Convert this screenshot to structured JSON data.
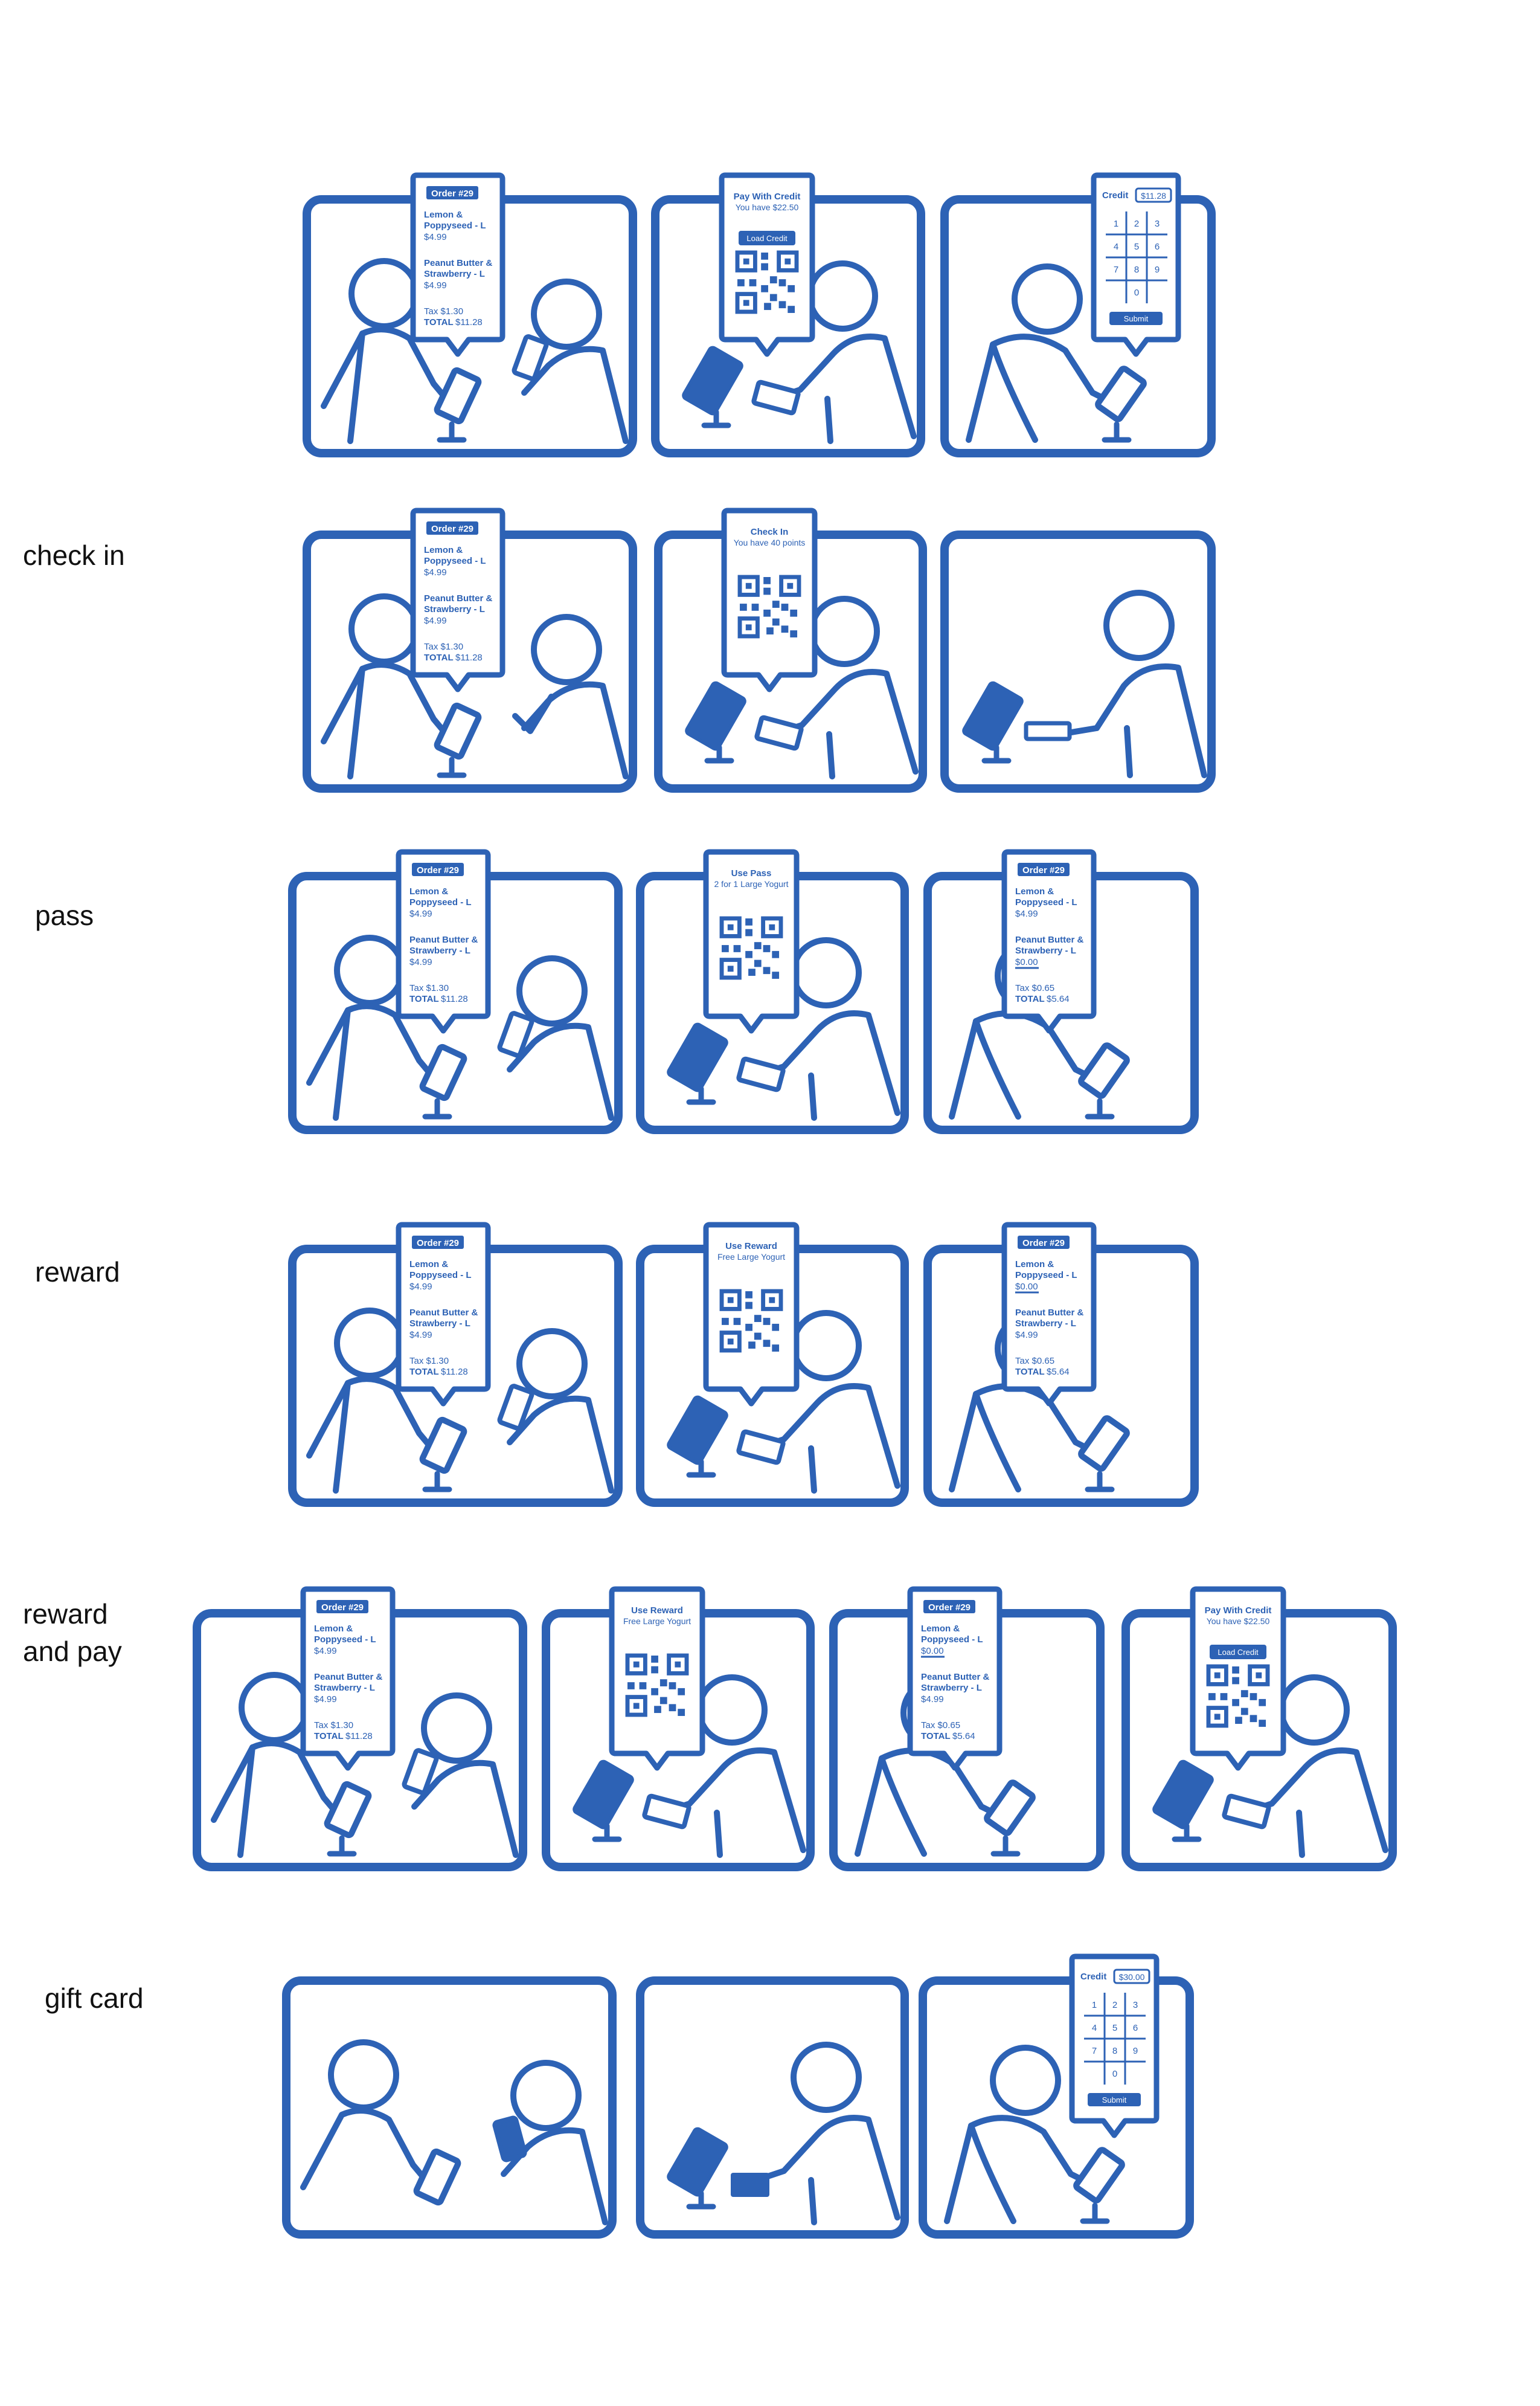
{
  "colors": {
    "stroke": "#2d62b5",
    "fill": "#ffffff",
    "label": "#111111"
  },
  "order": {
    "title": "Order #29",
    "item1": [
      "Lemon &",
      "Poppyseed - L"
    ],
    "item2": [
      "Peanut Butter &",
      "Strawberry - L"
    ],
    "full": {
      "price1": "$4.99",
      "price2": "$4.99",
      "tax": "Tax $1.30",
      "total_label": "TOTAL",
      "total": "$11.28"
    },
    "discount1": {
      "price1": "$0.00",
      "price2": "$4.99",
      "tax": "Tax $0.65",
      "total_label": "TOTAL",
      "total": "$5.64"
    },
    "discount2": {
      "price1": "$4.99",
      "price2": "$0.00",
      "tax": "Tax $0.65",
      "total_label": "TOTAL",
      "total": "$5.64"
    }
  },
  "pay_credit": {
    "title": "Pay With Credit",
    "subtitle": "You have $22.50",
    "button": "Load Credit"
  },
  "check_in": {
    "title": "Check In",
    "subtitle": "You have 40 points"
  },
  "use_pass": {
    "title": "Use Pass",
    "subtitle": "2 for 1 Large Yogurt"
  },
  "use_reward": {
    "title": "Use Reward",
    "subtitle": "Free Large Yogurt"
  },
  "keypad": {
    "label": "Credit",
    "keys": [
      "1",
      "2",
      "3",
      "4",
      "5",
      "6",
      "7",
      "8",
      "9",
      "0"
    ],
    "submit": "Submit"
  },
  "keypad_values": {
    "pay": "$11.28",
    "gift": "$30.00"
  },
  "rows": [
    {
      "label": "",
      "panels": [
        {
          "scene": "order",
          "bubble": "order",
          "variant": "full"
        },
        {
          "scene": "scan",
          "bubble": "paycredit"
        },
        {
          "scene": "tap",
          "bubble": "keypad",
          "value": "pay"
        }
      ]
    },
    {
      "label": "check in",
      "panels": [
        {
          "scene": "order-done",
          "bubble": "order",
          "variant": "full"
        },
        {
          "scene": "scan",
          "bubble": "checkin"
        },
        {
          "scene": "card",
          "bubble": "none"
        }
      ]
    },
    {
      "label": "pass",
      "panels": [
        {
          "scene": "order",
          "bubble": "order",
          "variant": "full"
        },
        {
          "scene": "scan",
          "bubble": "qr",
          "kind": "use_pass"
        },
        {
          "scene": "tap",
          "bubble": "order",
          "variant": "discount2"
        }
      ]
    },
    {
      "label": "reward",
      "panels": [
        {
          "scene": "order",
          "bubble": "order",
          "variant": "full"
        },
        {
          "scene": "scan",
          "bubble": "qr",
          "kind": "use_reward"
        },
        {
          "scene": "tap",
          "bubble": "order",
          "variant": "discount1"
        }
      ]
    },
    {
      "label": "reward\nand pay",
      "panels": [
        {
          "scene": "order",
          "bubble": "order",
          "variant": "full"
        },
        {
          "scene": "scan",
          "bubble": "qr",
          "kind": "use_reward"
        },
        {
          "scene": "tap",
          "bubble": "order",
          "variant": "discount1"
        },
        {
          "scene": "scan",
          "bubble": "paycredit"
        }
      ]
    },
    {
      "label": "gift card",
      "panels": [
        {
          "scene": "giftcard",
          "bubble": "none"
        },
        {
          "scene": "giftscan",
          "bubble": "none"
        },
        {
          "scene": "tap",
          "bubble": "keypad",
          "value": "gift"
        }
      ]
    }
  ]
}
